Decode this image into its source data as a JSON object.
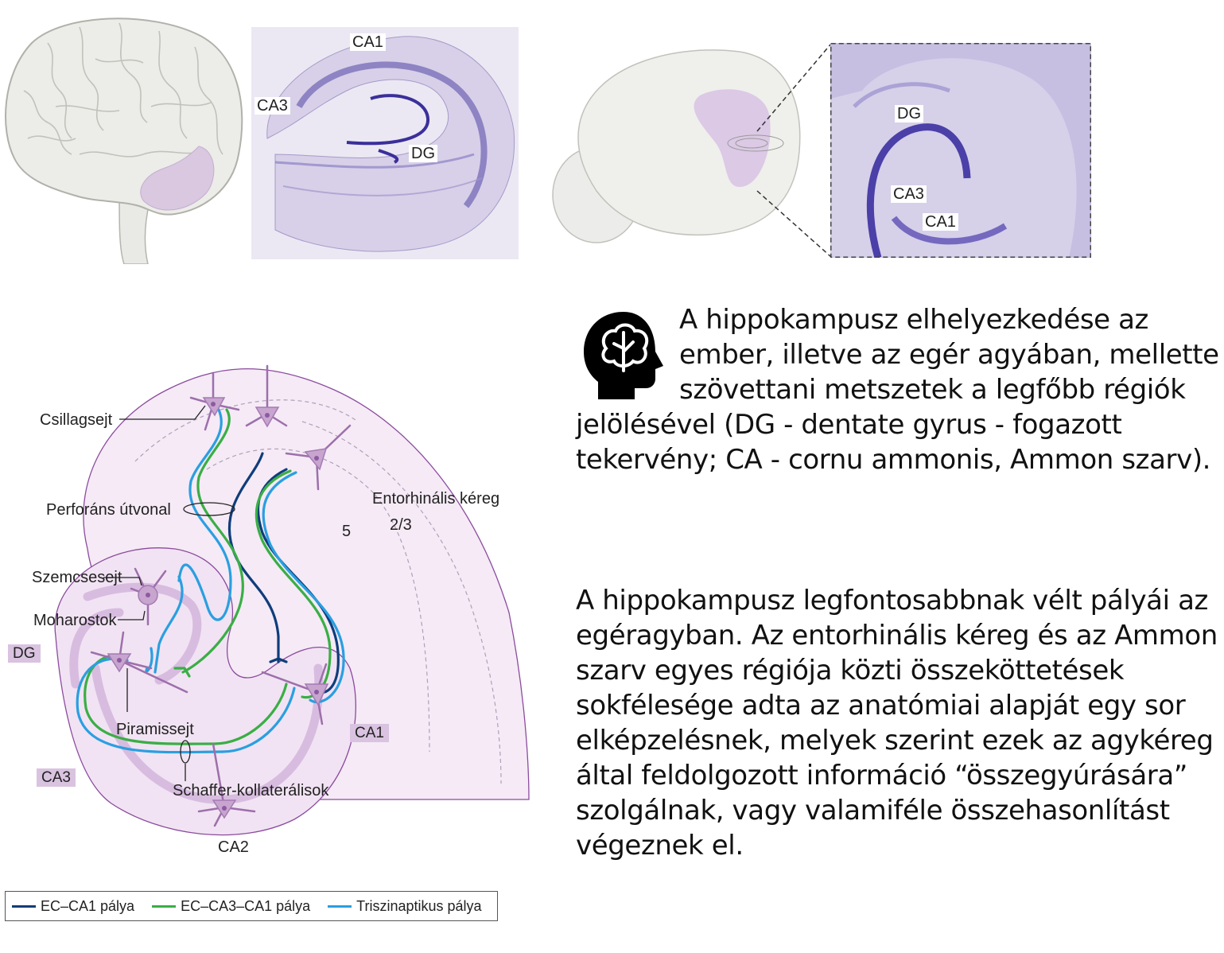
{
  "colors": {
    "ec_ca1": "#0f3d7a",
    "ec_ca3_ca1": "#3aae45",
    "trisynaptic": "#2a9fe0",
    "region_fill": "#f4e8f5",
    "cell_fill": "#c7a5cf",
    "cell_stroke": "#9d6fab",
    "stain": "#7a6cb8",
    "tissue_bg": "#ddd7ec"
  },
  "histology_human": {
    "labels": {
      "ca1": "CA1",
      "ca3": "CA3",
      "dg": "DG"
    }
  },
  "histology_mouse": {
    "labels": {
      "dg": "DG",
      "ca3": "CA3",
      "ca1": "CA1"
    }
  },
  "diagram": {
    "labels": {
      "star_cell": "Csillagsejt",
      "perforant": "Perforáns útvonal",
      "entorhinal": "Entorhinális kéreg",
      "layer_23": "2/3",
      "layer_5": "5",
      "granule_cell": "Szemcsesejt",
      "mossy": "Moharostok",
      "dg": "DG",
      "pyramidal": "Piramissejt",
      "ca1": "CA1",
      "ca3": "CA3",
      "schaffer": "Schaffer-kollaterálisok",
      "ca2": "CA2"
    }
  },
  "legend": [
    {
      "label": "EC–CA1 pálya",
      "color": "#0f3d7a"
    },
    {
      "label": "EC–CA3–CA1 pálya",
      "color": "#3aae45"
    },
    {
      "label": "Triszinaptikus pálya",
      "color": "#2a9fe0"
    }
  ],
  "icons": {
    "info": "brain-head-icon"
  },
  "text": {
    "paragraph1": "A hippokampusz elhelyezkedése az ember, illetve az egér agyában, mellette szövettani metszetek a legfőbb régiók jelölésével (DG - dentate gyrus - fogazott tekervény; CA - cornu ammonis, Ammon szarv).",
    "paragraph2": "A hippokampusz legfontosabbnak vélt pályái az egéragyban. Az entorhinális kéreg és az Ammon szarv egyes régiója közti összeköttetések sokfélesége adta az anatómiai alapját egy sor elképzelésnek, melyek szerint ezek az agykéreg által feldolgozott információ “összegyúrására” szolgálnak, vagy valamiféle összehasonlítást végeznek el."
  }
}
